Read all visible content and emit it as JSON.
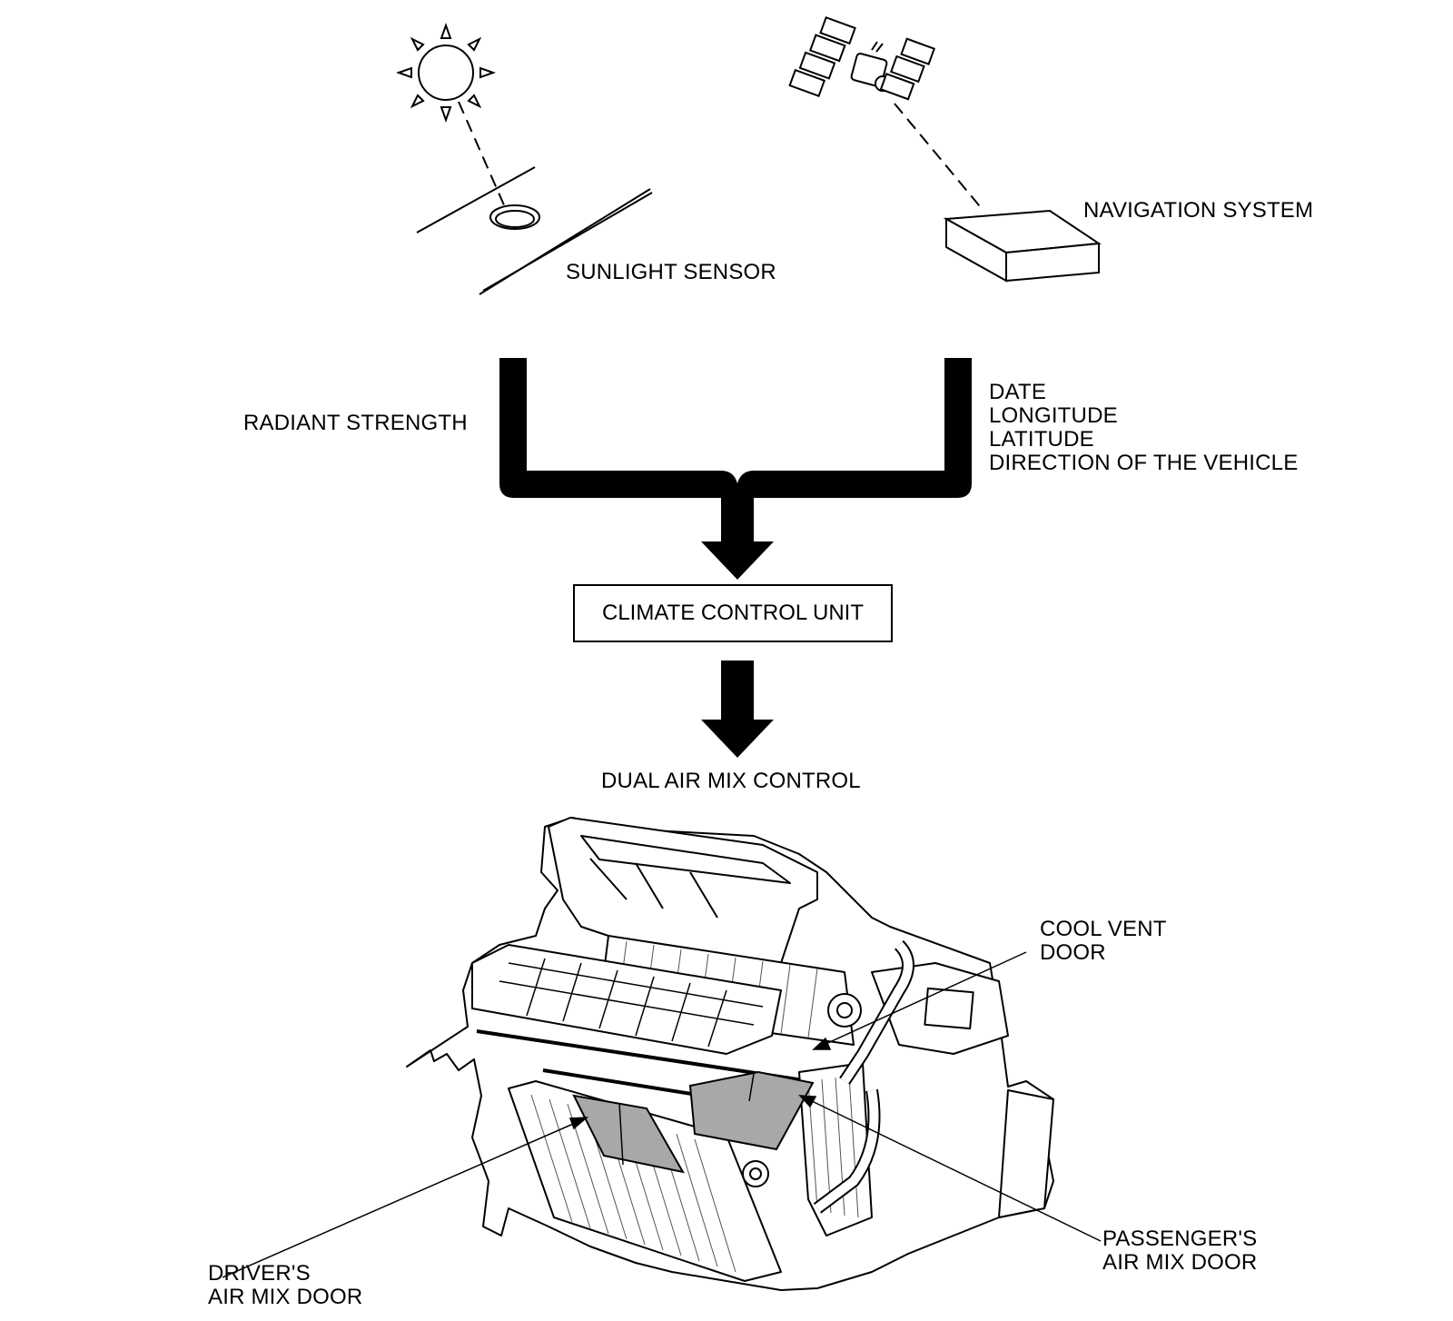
{
  "labels": {
    "sunlight_sensor": "SUNLIGHT SENSOR",
    "navigation_system": "NAVIGATION SYSTEM",
    "radiant_strength": "RADIANT STRENGTH",
    "nav_outputs": [
      "DATE",
      "LONGITUDE",
      "LATITUDE",
      "DIRECTION OF THE VEHICLE"
    ],
    "climate_control_unit": "CLIMATE CONTROL UNIT",
    "dual_air_mix_control": "DUAL AIR MIX CONTROL",
    "cool_vent_door": [
      "COOL VENT",
      "DOOR"
    ],
    "passengers_air_mix_door": [
      "PASSENGER'S",
      "AIR MIX DOOR"
    ],
    "drivers_air_mix_door": [
      "DRIVER'S",
      "AIR MIX DOOR"
    ]
  },
  "colors": {
    "ink": "#000000",
    "door_fill": "#a8a8a8",
    "background": "#ffffff"
  },
  "icons": [
    "sun-icon",
    "satellite-icon",
    "sensor-icon",
    "navigation-unit-icon",
    "hvac-unit-icon"
  ]
}
